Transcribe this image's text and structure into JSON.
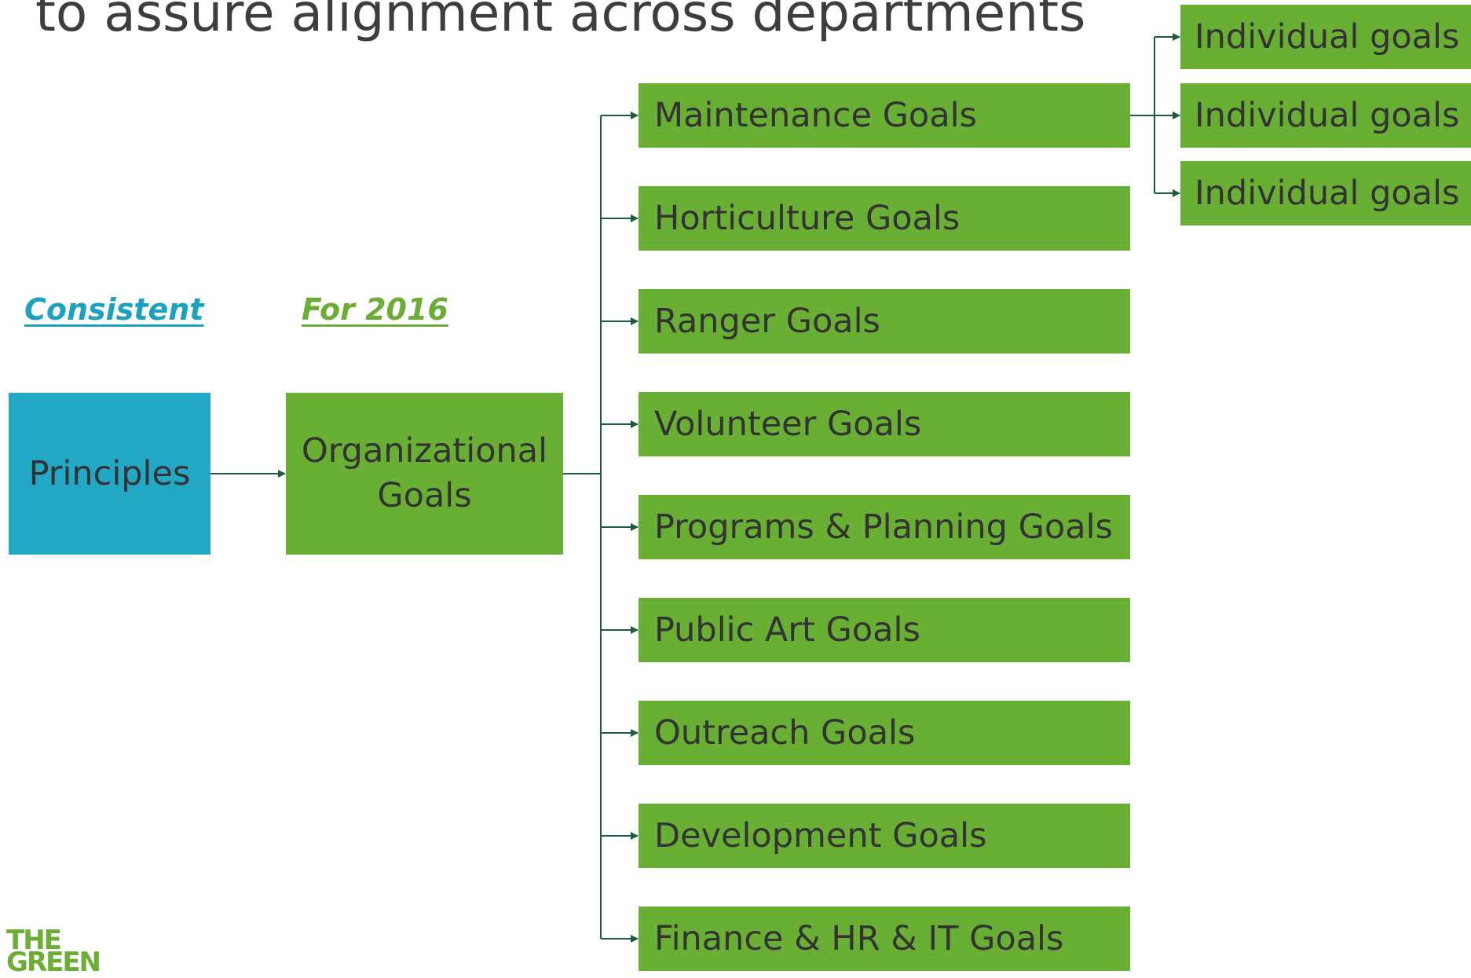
{
  "title": "to assure alignment across departments",
  "tags": {
    "consistent": "Consistent",
    "year": "For 2016"
  },
  "principles": "Principles",
  "organizational": [
    "Organizational",
    "Goals"
  ],
  "departments": [
    "Maintenance Goals",
    "Horticulture Goals",
    "Ranger Goals",
    "Volunteer Goals",
    "Programs & Planning Goals",
    "Public Art Goals",
    "Outreach Goals",
    "Development Goals",
    "Finance & HR & IT Goals"
  ],
  "individual": [
    "Individual goals",
    "Individual goals",
    "Individual goals"
  ],
  "logo": [
    "THE",
    "GREEN"
  ],
  "colors": {
    "principles_box": "#22a8c4",
    "goal_box": "#69af33",
    "connector": "#1d5c3a",
    "consistent_text": "#1ba2bf",
    "year_text": "#6aae36"
  }
}
